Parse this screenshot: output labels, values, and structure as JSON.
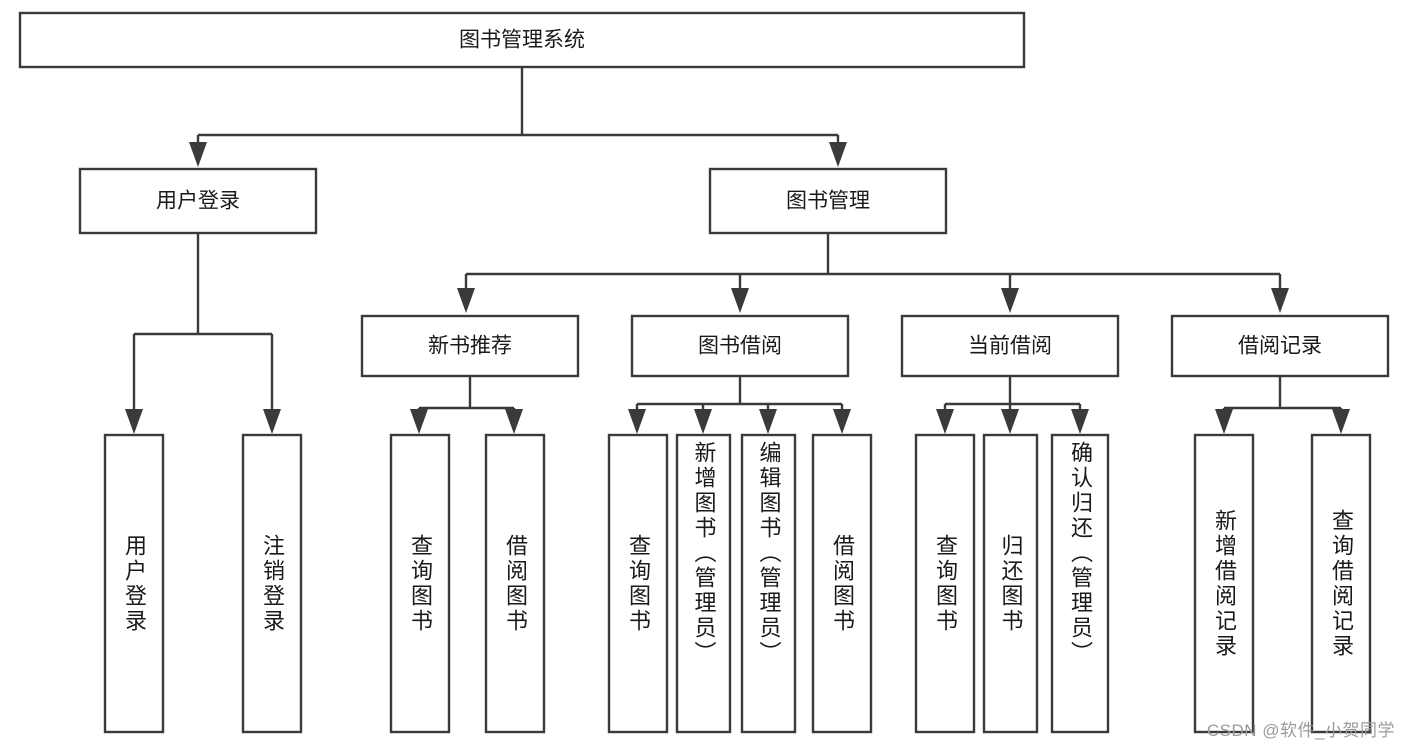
{
  "diagram": {
    "type": "tree-hierarchy",
    "title": "图书管理系统",
    "watermark": "CSDN @软件_小贺同学",
    "colors": {
      "box_fill": "#ffffff",
      "box_stroke": "#3a3a3a",
      "connector": "#3a3a3a",
      "text": "#1a1a1a",
      "watermark": "#9b9b9b",
      "background": "#ffffff"
    },
    "root": {
      "label": "图书管理系统"
    },
    "level2": [
      {
        "id": "user-login",
        "label": "用户登录"
      },
      {
        "id": "book-management",
        "label": "图书管理"
      }
    ],
    "level3": [
      {
        "id": "new-book-recommend",
        "label": "新书推荐",
        "parent": "book-management"
      },
      {
        "id": "book-borrow",
        "label": "图书借阅",
        "parent": "book-management"
      },
      {
        "id": "current-borrow",
        "label": "当前借阅",
        "parent": "book-management"
      },
      {
        "id": "borrow-record",
        "label": "借阅记录",
        "parent": "book-management"
      }
    ],
    "leaves": {
      "user-login": [
        {
          "id": "leaf-user-login",
          "label": "用户登录"
        },
        {
          "id": "leaf-logout-login",
          "label": "注销登录"
        }
      ],
      "new-book-recommend": [
        {
          "id": "leaf-query-book-1",
          "label": "查询图书"
        },
        {
          "id": "leaf-borrow-book-1",
          "label": "借阅图书"
        }
      ],
      "book-borrow": [
        {
          "id": "leaf-query-book-2",
          "label": "查询图书"
        },
        {
          "id": "leaf-add-book",
          "label": "新增图书（管理员）"
        },
        {
          "id": "leaf-edit-book",
          "label": "编辑图书（管理员）"
        },
        {
          "id": "leaf-borrow-book-2",
          "label": "借阅图书"
        }
      ],
      "current-borrow": [
        {
          "id": "leaf-query-book-3",
          "label": "查询图书"
        },
        {
          "id": "leaf-return-book",
          "label": "归还图书"
        },
        {
          "id": "leaf-confirm-return",
          "label": "确认归还（管理员）"
        }
      ],
      "borrow-record": [
        {
          "id": "leaf-add-borrow-record",
          "label": "新增借阅记录"
        },
        {
          "id": "leaf-query-borrow-record",
          "label": "查询借阅记录"
        }
      ]
    }
  }
}
